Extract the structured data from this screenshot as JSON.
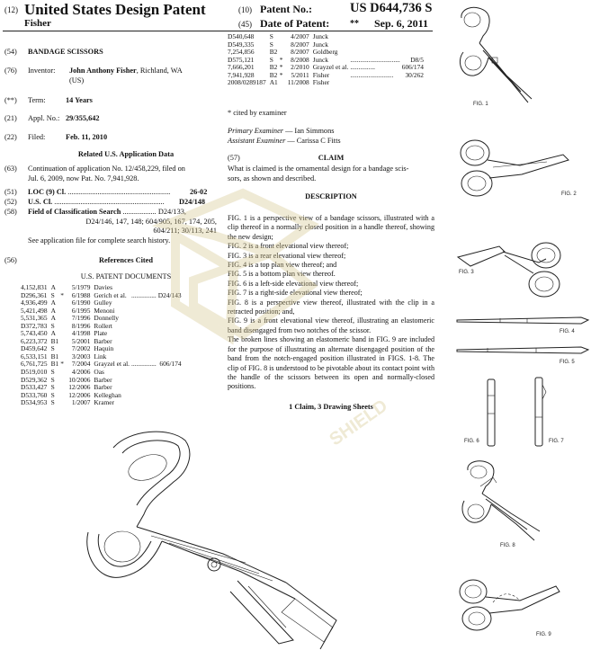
{
  "header": {
    "doc_code": "(12)",
    "doc_type": "United States Design Patent",
    "inventor_surname": "Fisher",
    "patent_no_code": "(10)",
    "patent_no_label": "Patent No.:",
    "patent_no_value": "US D644,736 S",
    "date_code": "(45)",
    "date_label": "Date of Patent:",
    "date_marker": "**",
    "date_value": "Sep. 6, 2011"
  },
  "biblio": {
    "title_code": "(54)",
    "title": "BANDAGE SCISSORS",
    "inventor_code": "(76)",
    "inventor_label": "Inventor:",
    "inventor_name": "John Anthony Fisher",
    "inventor_loc1": ", Richland, WA",
    "inventor_loc2": "(US)",
    "term_code": "(**)",
    "term_label": "Term:",
    "term_value": "14 Years",
    "appl_code": "(21)",
    "appl_label": "Appl. No.:",
    "appl_value": "29/355,642",
    "filed_code": "(22)",
    "filed_label": "Filed:",
    "filed_value": "Feb. 11, 2010",
    "related_heading": "Related U.S. Application Data",
    "continuation_code": "(63)",
    "continuation_l1": "Continuation of application No. 12/458,229, filed on",
    "continuation_l2": "Jul. 6, 2009, now Pat. No. 7,941,928.",
    "loc_code": "(51)",
    "loc_label": "LOC (9) Cl.",
    "loc_dots": ".......................................................",
    "loc_value": "26-02",
    "uscl_code": "(52)",
    "uscl_label": "U.S. Cl.",
    "uscl_dots": "...........................................................",
    "uscl_value": "D24/148",
    "field_code": "(58)",
    "field_label": "Field of Classification Search",
    "field_dots": "..................",
    "field_l1_value": "D24/133,",
    "field_l2": "D24/146, 147, 148; 604/905, 167, 174, 205,",
    "field_l3": "604/211; 30/113, 241",
    "field_l4": "See application file for complete search history.",
    "refs_code": "(56)",
    "refs_heading": "References Cited",
    "us_docs_heading": "U.S. PATENT DOCUMENTS",
    "cited_note": "* cited by examiner"
  },
  "references_left": [
    {
      "num": "4,152,831",
      "kind": "A",
      "star": "",
      "date": "5/1979",
      "name": "Davies",
      "dots": "",
      "cls": ""
    },
    {
      "num": "D296,361",
      "kind": "S",
      "star": "*",
      "date": "6/1988",
      "name": "Gerich et al.",
      "dots": "...............",
      "cls": "D24/143"
    },
    {
      "num": "4,936,499",
      "kind": "A",
      "star": "",
      "date": "6/1990",
      "name": "Gulley",
      "dots": "",
      "cls": ""
    },
    {
      "num": "5,421,498",
      "kind": "A",
      "star": "",
      "date": "6/1995",
      "name": "Menoni",
      "dots": "",
      "cls": ""
    },
    {
      "num": "5,531,365",
      "kind": "A",
      "star": "",
      "date": "7/1996",
      "name": "Donnelly",
      "dots": "",
      "cls": ""
    },
    {
      "num": "D372,783",
      "kind": "S",
      "star": "",
      "date": "8/1996",
      "name": "Rollert",
      "dots": "",
      "cls": ""
    },
    {
      "num": "5,743,450",
      "kind": "A",
      "star": "",
      "date": "4/1998",
      "name": "Plate",
      "dots": "",
      "cls": ""
    },
    {
      "num": "6,223,372",
      "kind": "B1",
      "star": "",
      "date": "5/2001",
      "name": "Barber",
      "dots": "",
      "cls": ""
    },
    {
      "num": "D459,642",
      "kind": "S",
      "star": "",
      "date": "7/2002",
      "name": "Haquin",
      "dots": "",
      "cls": ""
    },
    {
      "num": "6,533,151",
      "kind": "B1",
      "star": "",
      "date": "3/2003",
      "name": "Link",
      "dots": "",
      "cls": ""
    },
    {
      "num": "6,761,725",
      "kind": "B1",
      "star": "*",
      "date": "7/2004",
      "name": "Grayzel et al.",
      "dots": "...............",
      "cls": "606/174"
    },
    {
      "num": "D519,010",
      "kind": "S",
      "star": "",
      "date": "4/2006",
      "name": "Oas",
      "dots": "",
      "cls": ""
    },
    {
      "num": "D529,362",
      "kind": "S",
      "star": "",
      "date": "10/2006",
      "name": "Barber",
      "dots": "",
      "cls": ""
    },
    {
      "num": "D533,427",
      "kind": "S",
      "star": "",
      "date": "12/2006",
      "name": "Barber",
      "dots": "",
      "cls": ""
    },
    {
      "num": "D533,760",
      "kind": "S",
      "star": "",
      "date": "12/2006",
      "name": "Kelleghan",
      "dots": "",
      "cls": ""
    },
    {
      "num": "D534,953",
      "kind": "S",
      "star": "",
      "date": "1/2007",
      "name": "Kramer",
      "dots": "",
      "cls": ""
    }
  ],
  "references_right": [
    {
      "num": "D540,648",
      "kind": "S",
      "star": "",
      "date": "4/2007",
      "name": "Junck",
      "dots": "",
      "cls": ""
    },
    {
      "num": "D549,335",
      "kind": "S",
      "star": "",
      "date": "8/2007",
      "name": "Junck",
      "dots": "",
      "cls": ""
    },
    {
      "num": "7,254,856",
      "kind": "B2",
      "star": "",
      "date": "8/2007",
      "name": "Goldberg",
      "dots": "",
      "cls": ""
    },
    {
      "num": "D575,121",
      "kind": "S",
      "star": "*",
      "date": "8/2008",
      "name": "Junck",
      "dots": "..............................",
      "cls": "D8/5"
    },
    {
      "num": "7,666,201",
      "kind": "B2",
      "star": "*",
      "date": "2/2010",
      "name": "Grayzel et al.",
      "dots": "...............",
      "cls": "606/174"
    },
    {
      "num": "7,941,928",
      "kind": "B2",
      "star": "*",
      "date": "5/2011",
      "name": "Fisher",
      "dots": "..........................",
      "cls": "30/262"
    },
    {
      "num": "2008/0289187",
      "kind": "A1",
      "star": "",
      "date": "11/2008",
      "name": "Fisher",
      "dots": "",
      "cls": ""
    }
  ],
  "examiners": {
    "primary_label": "Primary Examiner",
    "primary_name": "— Ian Simmons",
    "assistant_label": "Assistant Examiner",
    "assistant_name": "— Carissa C Fitts"
  },
  "claim": {
    "code": "(57)",
    "heading": "CLAIM",
    "text_l1": "What is claimed is the ornamental design for a bandage scis-",
    "text_l2": "sors, as shown and described."
  },
  "description": {
    "heading": "DESCRIPTION",
    "paragraphs": [
      {
        "fig": "FIG. 1",
        "text": " is a perspective view of a bandage scissors, illustrated with a clip thereof in a normally closed position in a handle thereof, showing the new design;"
      },
      {
        "fig": "FIG. 2",
        "text": " is a front elevational view thereof;"
      },
      {
        "fig": "FIG. 3",
        "text": " is a rear elevational view thereof;"
      },
      {
        "fig": "FIG. 4",
        "text": " is a top plan view thereof; and"
      },
      {
        "fig": "FIG. 5",
        "text": " is a bottom plan view thereof."
      },
      {
        "fig": "FIG. 6",
        "text": " is a left-side elevational view thereof;"
      },
      {
        "fig": "FIG. 7",
        "text": " is a right-side elevational view thereof;"
      },
      {
        "fig": "FIG. 8",
        "text": " is a perspective view thereof, illustrated with the clip in a retracted position; and,"
      },
      {
        "fig": "FIG. 9",
        "text": " is a front elevational view thereof, illustrating an elastomeric band disengaged from two notches of the scissor."
      },
      {
        "fig": "",
        "text": "The broken lines showing an elastomeric band in FIG. 9 are included for the purpose of illustrating an alternate disengaged position of the band from the notch-engaged position illustrated in FIGS. 1-8. The clip of FIG. 8 is understood to be pivotable about its contact point with the handle of the scissors between its open and normally-closed positions."
      }
    ],
    "summary": "1 Claim, 3 Drawing Sheets"
  },
  "figures": {
    "fig1": "FIG. 1",
    "fig2": "FIG. 2",
    "fig3": "FIG. 3",
    "fig4": "FIG. 4",
    "fig5": "FIG. 5",
    "fig6": "FIG. 6",
    "fig7": "FIG. 7",
    "fig8": "FIG. 8",
    "fig9": "FIG. 9"
  },
  "watermark": {
    "text": "SHIELD",
    "color": "#d4c48a"
  }
}
